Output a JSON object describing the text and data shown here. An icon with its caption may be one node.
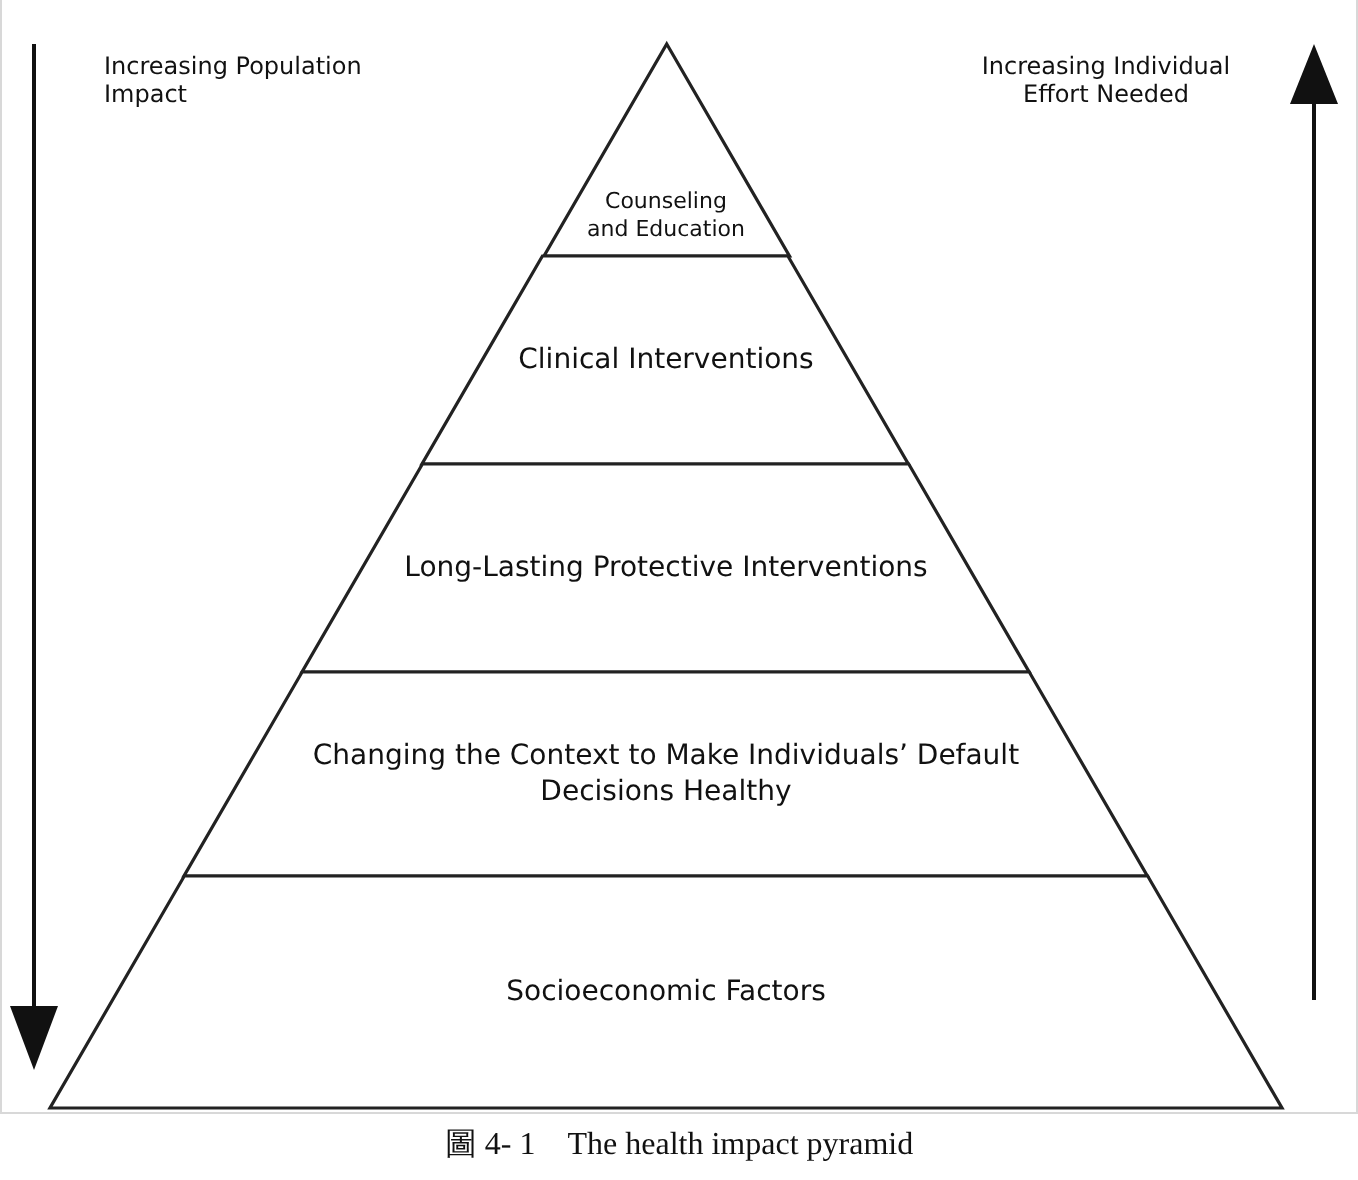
{
  "diagram": {
    "caption": "圖 4- 1　The health impact pyramid",
    "nodes": [
      {
        "text": [
          "Counseling and Education"
        ]
      },
      {
        "text": [
          "Clinical Interventions"
        ]
      },
      {
        "text": [
          "Long-Lasting Protective Interventions"
        ]
      },
      {
        "text": [
          "Changing the Context to Make Individuals’ Default Decisions Healthy"
        ]
      },
      {
        "text": [
          "Socioeconomic Factors"
        ]
      }
    ],
    "edges": [],
    "labels": [
      "Increasing Population Impact",
      "Increasing Individual Effort Needed"
    ]
  }
}
